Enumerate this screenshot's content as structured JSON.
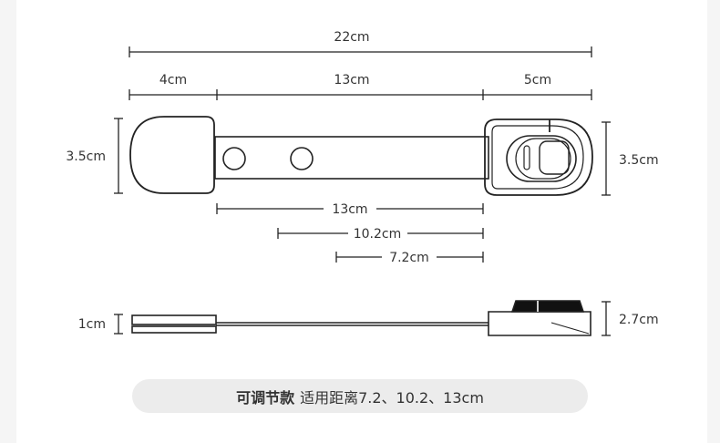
{
  "dimensions": {
    "total_length": "22cm",
    "left_segment": "4cm",
    "middle_segment": "13cm",
    "right_segment": "5cm",
    "left_height": "3.5cm",
    "right_height": "3.5cm",
    "strap_13": "13cm",
    "strap_10_2": "10.2cm",
    "strap_7_2": "7.2cm",
    "side_left_height": "1cm",
    "side_right_height": "2.7cm"
  },
  "caption": {
    "bold": "可调节款",
    "text": "适用距离7.2、10.2、13cm"
  }
}
